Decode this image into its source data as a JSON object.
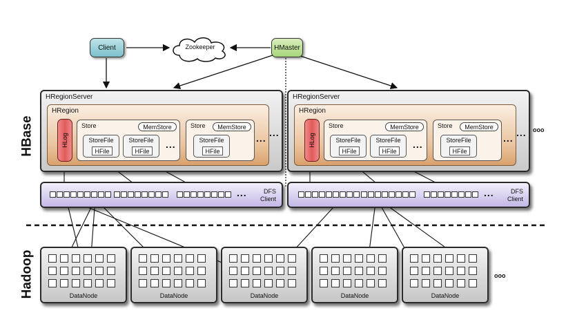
{
  "client": "Client",
  "zookeeper": "Zookeeper",
  "hmaster": "HMaster",
  "hbase_label": "HBase",
  "hadoop_label": "Hadoop",
  "region_server_label": "HRegionServer",
  "region_label": "HRegion",
  "hlog_label": "HLog",
  "store_label": "Store",
  "memstore_label": "MemStore",
  "storefile_label": "StoreFile",
  "hfile_label": "HFile",
  "dfs_client_label": "DFS\nClient",
  "datanode_label": "DataNode",
  "ellipsis": "...",
  "more_label": "ooo"
}
